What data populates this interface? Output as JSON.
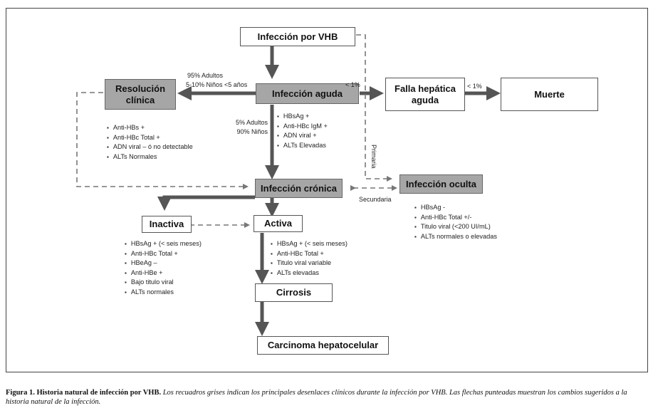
{
  "boxes": {
    "infeccion_vhb": "Infección por VHB",
    "infeccion_aguda": "Infección aguda",
    "resolucion_clinica": "Resolución clínica",
    "falla_hepatica": "Falla hepática aguda",
    "muerte": "Muerte",
    "infeccion_cronica": "Infección crónica",
    "infeccion_oculta": "Infección oculta",
    "inactiva": "Inactiva",
    "activa": "Activa",
    "cirrosis": "Cirrosis",
    "carcinoma": "Carcinoma hepatocelular"
  },
  "labels": {
    "adultos_95": "95% Adultos",
    "ninos_5_10": "5-10% Niños <5 años",
    "lt1_a": "< 1%",
    "lt1_b": "< 1%",
    "adultos_5": "5% Adultos",
    "ninos_90": "90% Niños",
    "primaria": "Primaria",
    "secundaria": "Secundaria"
  },
  "lists": {
    "resolucion": [
      "Anti-HBs +",
      "Anti-HBc Total +",
      "ADN viral – ó no detectable",
      "ALTs Normales"
    ],
    "aguda": [
      "HBsAg +",
      "Anti-HBc IgM +",
      "ADN viral +",
      "ALTs Elevadas"
    ],
    "oculta": [
      "HBsAg -",
      "Anti-HBc Total +/-",
      "Titulo viral (<200 UI/mL)",
      "ALTs normales o elevadas"
    ],
    "inactiva": [
      "HBsAg + (< seis meses)",
      "Anti-HBc Total +",
      "HBeAg –",
      "Anti-HBe +",
      "Bajo titulo viral",
      "ALTs normales"
    ],
    "activa": [
      "HBsAg + (< seis meses)",
      "Anti-HBc Total +",
      "Titulo viral variable",
      "ALTs elevadas"
    ]
  },
  "caption": {
    "title": "Figura 1. Historia natural de infección por VHB.",
    "text": "Los recuadros grises indican los principales desenlaces clínicos durante la infección por VHB. Las flechas punteadas muestran los cambios sugeridos a la historia natural de la infección."
  }
}
